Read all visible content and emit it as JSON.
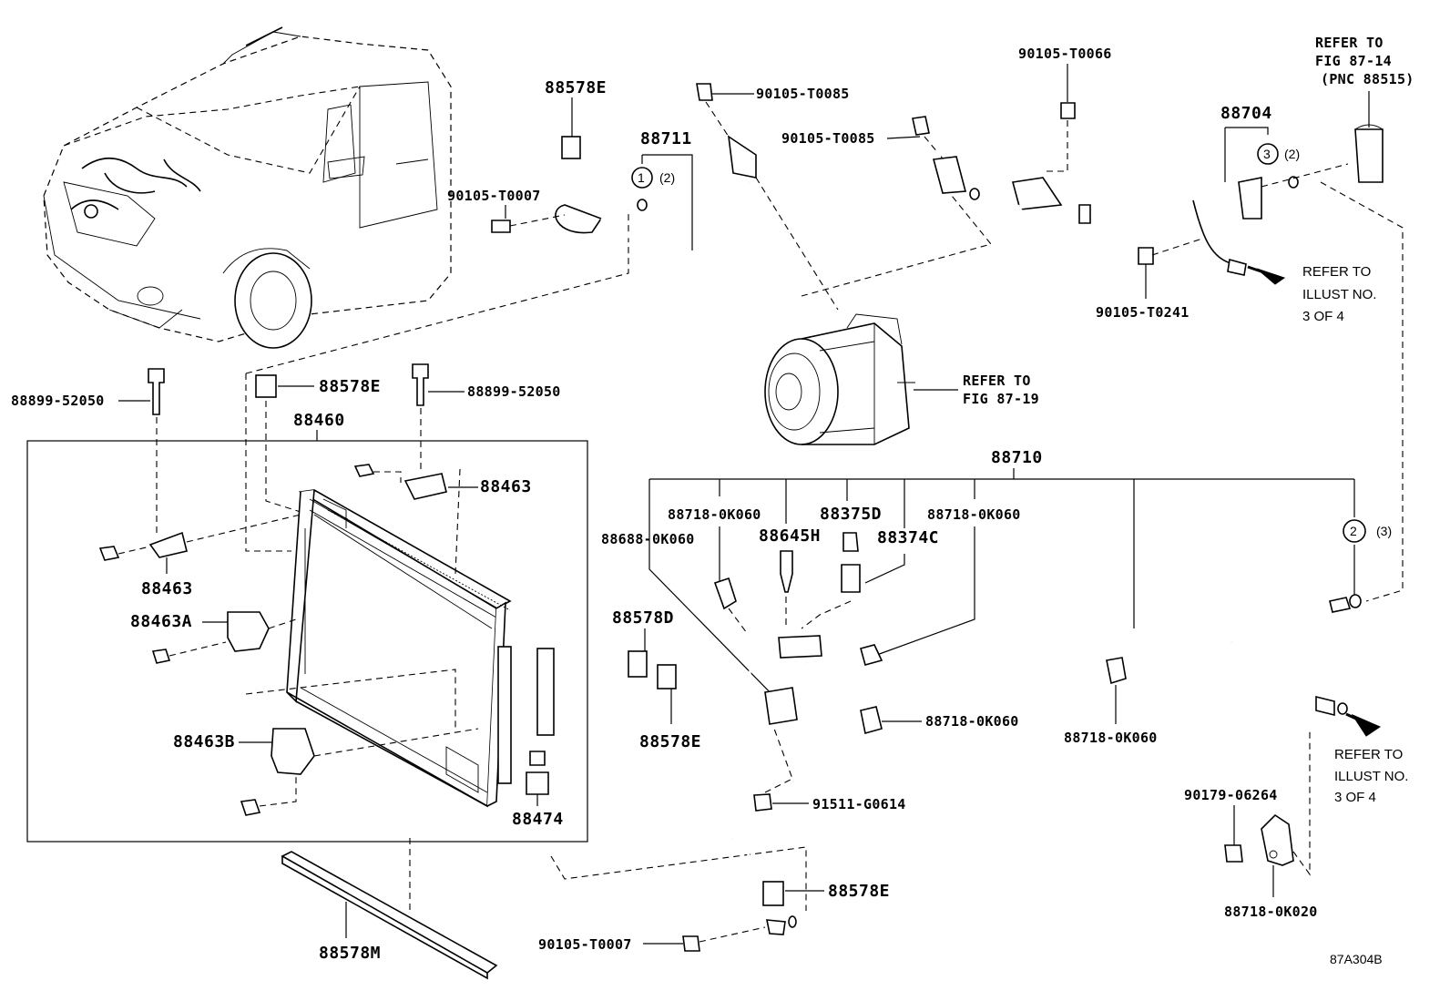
{
  "diagram_id": "87A304B",
  "labels": {
    "p88578E_top": "88578E",
    "p90105T0085_a": "90105-T0085",
    "p90105T0066": "90105-T0066",
    "refer_fig_87_14_l1": "REFER TO",
    "refer_fig_87_14_l2": "FIG 87-14",
    "refer_fig_87_14_l3": "(PNC 88515)",
    "p88711": "88711",
    "p90105T0085_b": "90105-T0085",
    "p88704": "88704",
    "circle1": "1",
    "circle1_qty": "(2)",
    "circle3": "3",
    "circle3_qty": "(2)",
    "p90105T0007_top": "90105-T0007",
    "refer_illust_a_l1": "REFER TO",
    "refer_illust_a_l2": "ILLUST NO.",
    "refer_illust_a_l3": "3 OF 4",
    "p90105T0241": "90105-T0241",
    "refer_fig_87_19_l1": "REFER TO",
    "refer_fig_87_19_l2": "FIG 87-19",
    "p88899_left": "88899-52050",
    "p88578E_mid": "88578E",
    "p88899_right": "88899-52050",
    "p88460": "88460",
    "p88463_right": "88463",
    "p88463_left": "88463",
    "p88463A": "88463A",
    "p88463B": "88463B",
    "p88474": "88474",
    "p88710": "88710",
    "p88718_a": "88718-0K060",
    "p88375D": "88375D",
    "p88718_b": "88718-0K060",
    "p88688": "88688-0K060",
    "p88645H": "88645H",
    "p88374C": "88374C",
    "circle2": "2",
    "circle2_qty": "(3)",
    "p88578D": "88578D",
    "p88578E_low": "88578E",
    "p88718_c": "88718-0K060",
    "p88718_d": "88718-0K060",
    "refer_illust_b_l1": "REFER TO",
    "refer_illust_b_l2": "ILLUST NO.",
    "refer_illust_b_l3": "3 OF 4",
    "p91511": "91511-G0614",
    "p90179": "90179-06264",
    "p88578E_bot": "88578E",
    "p88718_0K020": "88718-0K020",
    "p90105T0007_bot": "90105-T0007",
    "p88578M": "88578M"
  }
}
